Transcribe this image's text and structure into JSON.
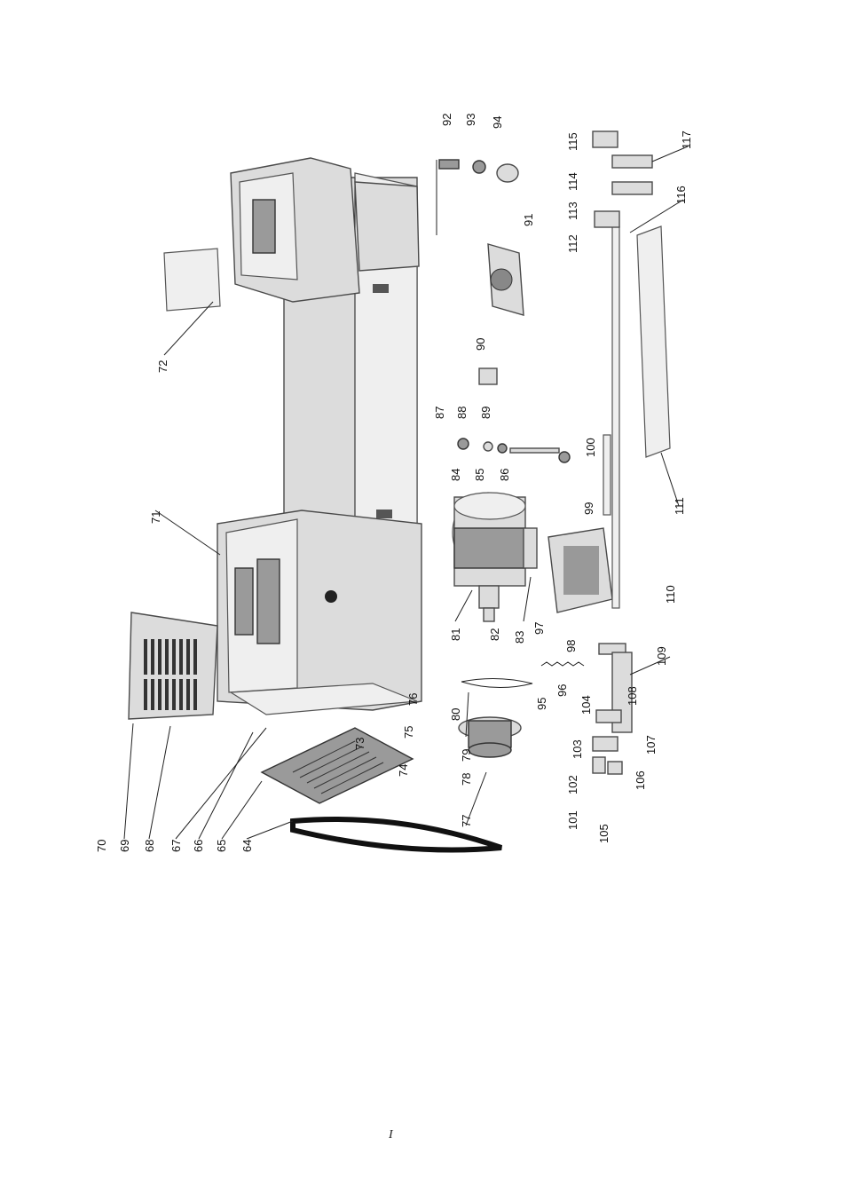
{
  "page_number": "I",
  "parts": [
    "64",
    "65",
    "66",
    "67",
    "68",
    "69",
    "70",
    "71",
    "72",
    "73",
    "74",
    "75",
    "76",
    "77",
    "78",
    "79",
    "80",
    "81",
    "82",
    "83",
    "84",
    "85",
    "86",
    "87",
    "88",
    "89",
    "90",
    "91",
    "92",
    "93",
    "94",
    "95",
    "96",
    "97",
    "98",
    "99",
    "100",
    "101",
    "102",
    "103",
    "104",
    "105",
    "106",
    "107",
    "108",
    "109",
    "110",
    "111",
    "112",
    "113",
    "114",
    "115",
    "116",
    "117"
  ]
}
